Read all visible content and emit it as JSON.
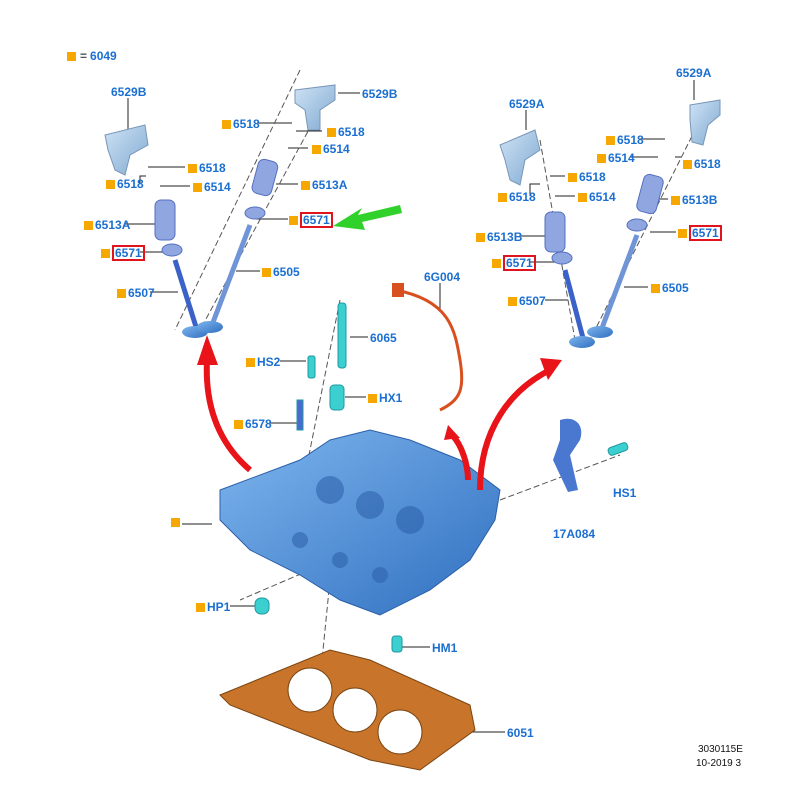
{
  "legend": {
    "text": "6049",
    "equals": "=",
    "marker_color": "#f7a800"
  },
  "colors": {
    "label": "#1a6fd1",
    "highlight_box": "#e0141e",
    "arrow_red": "#e8141a",
    "arrow_green": "#2fd12a",
    "part_blue": "#4a90d9",
    "gasket": "#c8742a"
  },
  "labels": [
    {
      "id": "l1",
      "text": "6529B",
      "square": false,
      "boxed": false
    },
    {
      "id": "l2",
      "text": "6529B",
      "square": false,
      "boxed": false
    },
    {
      "id": "l3",
      "text": "6518",
      "square": true,
      "boxed": false
    },
    {
      "id": "l4",
      "text": "6518",
      "square": true,
      "boxed": false
    },
    {
      "id": "l5",
      "text": "6514",
      "square": true,
      "boxed": false
    },
    {
      "id": "l6",
      "text": "6518",
      "square": true,
      "boxed": false
    },
    {
      "id": "l7",
      "text": "6518",
      "square": true,
      "boxed": false
    },
    {
      "id": "l8",
      "text": "6514",
      "square": true,
      "boxed": false
    },
    {
      "id": "l9",
      "text": "6513A",
      "square": true,
      "boxed": false
    },
    {
      "id": "l10",
      "text": "6571",
      "square": true,
      "boxed": true
    },
    {
      "id": "l11",
      "text": "6513A",
      "square": true,
      "boxed": false
    },
    {
      "id": "l12",
      "text": "6571",
      "square": true,
      "boxed": true
    },
    {
      "id": "l13",
      "text": "6505",
      "square": true,
      "boxed": false
    },
    {
      "id": "l14",
      "text": "6507",
      "square": true,
      "boxed": false
    },
    {
      "id": "l15",
      "text": "6529A",
      "square": false,
      "boxed": false
    },
    {
      "id": "l16",
      "text": "6529A",
      "square": false,
      "boxed": false
    },
    {
      "id": "l17",
      "text": "6518",
      "square": true,
      "boxed": false
    },
    {
      "id": "l18",
      "text": "6514",
      "square": true,
      "boxed": false
    },
    {
      "id": "l19",
      "text": "6518",
      "square": true,
      "boxed": false
    },
    {
      "id": "l20",
      "text": "6518",
      "square": true,
      "boxed": false
    },
    {
      "id": "l21",
      "text": "6518",
      "square": true,
      "boxed": false
    },
    {
      "id": "l22",
      "text": "6514",
      "square": true,
      "boxed": false
    },
    {
      "id": "l23",
      "text": "6513B",
      "square": true,
      "boxed": false
    },
    {
      "id": "l24",
      "text": "6571",
      "square": true,
      "boxed": true
    },
    {
      "id": "l25",
      "text": "6513B",
      "square": true,
      "boxed": false
    },
    {
      "id": "l26",
      "text": "6571",
      "square": true,
      "boxed": true
    },
    {
      "id": "l27",
      "text": "6505",
      "square": true,
      "boxed": false
    },
    {
      "id": "l28",
      "text": "6507",
      "square": true,
      "boxed": false
    },
    {
      "id": "l29",
      "text": "6G004",
      "square": false,
      "boxed": false
    },
    {
      "id": "l30",
      "text": "6065",
      "square": false,
      "boxed": false
    },
    {
      "id": "l31",
      "text": "HS2",
      "square": true,
      "boxed": false
    },
    {
      "id": "l32",
      "text": "HX1",
      "square": true,
      "boxed": false
    },
    {
      "id": "l33",
      "text": "6578",
      "square": true,
      "boxed": false
    },
    {
      "id": "l34",
      "text": "HS1",
      "square": false,
      "boxed": false
    },
    {
      "id": "l35",
      "text": "17A084",
      "square": false,
      "boxed": false
    },
    {
      "id": "l36",
      "text": "",
      "square": true,
      "boxed": false
    },
    {
      "id": "l37",
      "text": "HP1",
      "square": true,
      "boxed": false
    },
    {
      "id": "l38",
      "text": "HM1",
      "square": false,
      "boxed": false
    },
    {
      "id": "l39",
      "text": "6051",
      "square": false,
      "boxed": false
    }
  ],
  "footer": {
    "code": "3030115E",
    "date": "10-2019 3"
  }
}
